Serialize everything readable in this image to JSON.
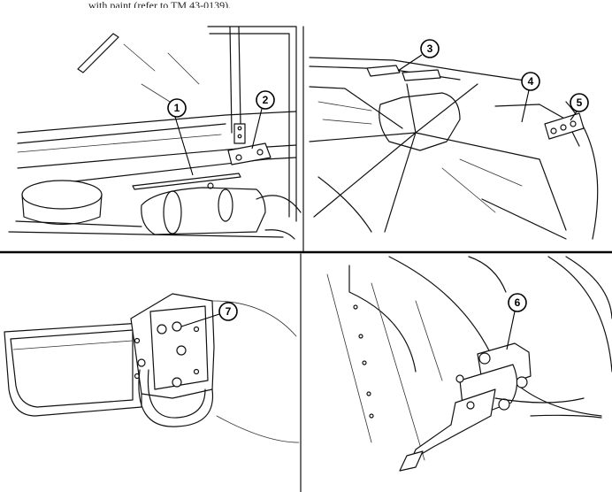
{
  "document": {
    "header_fragment": "with paint (refer to TM 43-0139).",
    "callouts": [
      {
        "id": "c1",
        "number": "1"
      },
      {
        "id": "c2",
        "number": "2"
      },
      {
        "id": "c3",
        "number": "3"
      },
      {
        "id": "c4",
        "number": "4"
      },
      {
        "id": "c5",
        "number": "5"
      },
      {
        "id": "c6",
        "number": "6"
      },
      {
        "id": "c7",
        "number": "7"
      }
    ]
  }
}
